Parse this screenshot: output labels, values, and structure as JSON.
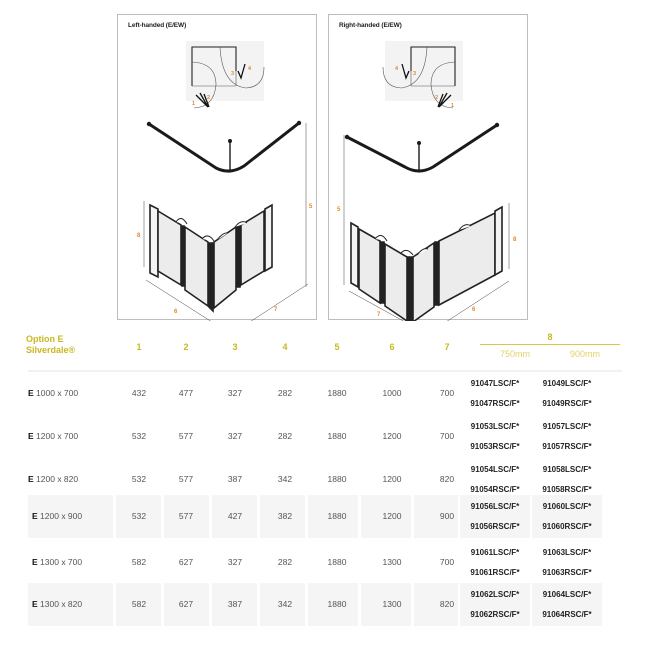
{
  "figures": {
    "left": {
      "title": "Left-handed (E/EW)",
      "plan_labels": [
        "1",
        "2",
        "3",
        "4"
      ],
      "dimension_labels": {
        "height_total": "5",
        "side_a": "6",
        "side_b": "7",
        "panel_height": "8"
      }
    },
    "right": {
      "title": "Right-handed (E/EW)",
      "plan_labels": [
        "1",
        "2",
        "3",
        "4"
      ],
      "dimension_labels": {
        "height_total": "5",
        "side_a": "6",
        "side_b": "7",
        "panel_height": "8"
      }
    },
    "accent_color": "#e08a2e"
  },
  "table": {
    "title_line1": "Option E",
    "title_line2": "Silverdale®",
    "columns": [
      "1",
      "2",
      "3",
      "4",
      "5",
      "6",
      "7"
    ],
    "group_header": "8",
    "group_subheaders": [
      "750mm",
      "900mm"
    ],
    "header_color": "#c9b81f",
    "rows": [
      {
        "prefix": "E",
        "size": "1000 x 700",
        "values": [
          "432",
          "477",
          "327",
          "282",
          "1880",
          "1000",
          "700"
        ],
        "codes_750": [
          "91047LSC/F*",
          "91047RSC/F*"
        ],
        "codes_900": [
          "91049LSC/F*",
          "91049RSC/F*"
        ],
        "shaded": false
      },
      {
        "prefix": "E",
        "size": "1200 x 700",
        "values": [
          "532",
          "577",
          "327",
          "282",
          "1880",
          "1200",
          "700"
        ],
        "codes_750": [
          "91053LSC/F*",
          "91053RSC/F*"
        ],
        "codes_900": [
          "91057LSC/F*",
          "91057RSC/F*"
        ],
        "shaded": false
      },
      {
        "prefix": "E",
        "size": "1200 x 820",
        "values": [
          "532",
          "577",
          "387",
          "342",
          "1880",
          "1200",
          "820"
        ],
        "codes_750": [
          "91054LSC/F*",
          "91054RSC/F*"
        ],
        "codes_900": [
          "91058LSC/F*",
          "91058RSC/F*"
        ],
        "shaded": false
      },
      {
        "prefix": "E",
        "size": "1200 x 900",
        "values": [
          "532",
          "577",
          "427",
          "382",
          "1880",
          "1200",
          "900"
        ],
        "codes_750": [
          "91056LSC/F*",
          "91056RSC/F*"
        ],
        "codes_900": [
          "91060LSC/F*",
          "91060RSC/F*"
        ],
        "shaded": true
      },
      {
        "prefix": "E",
        "size": "1300 x 700",
        "values": [
          "582",
          "627",
          "327",
          "282",
          "1880",
          "1300",
          "700"
        ],
        "codes_750": [
          "91061LSC/F*",
          "91061RSC/F*"
        ],
        "codes_900": [
          "91063LSC/F*",
          "91063RSC/F*"
        ],
        "shaded": false
      },
      {
        "prefix": "E",
        "size": "1300 x 820",
        "values": [
          "582",
          "627",
          "387",
          "342",
          "1880",
          "1300",
          "820"
        ],
        "codes_750": [
          "91062LSC/F*",
          "91062RSC/F*"
        ],
        "codes_900": [
          "91064LSC/F*",
          "91064RSC/F*"
        ],
        "shaded": true
      }
    ]
  }
}
